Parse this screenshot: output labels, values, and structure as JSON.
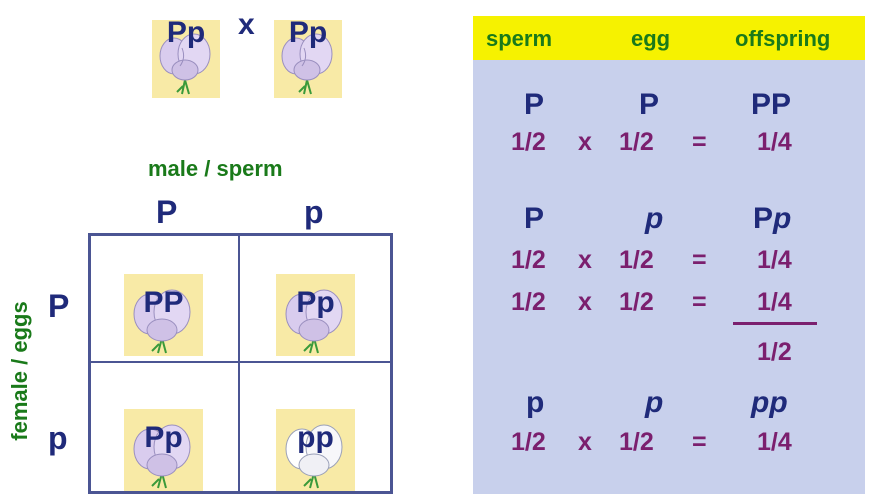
{
  "cross": {
    "left_parent": "Pp",
    "operator": "x",
    "right_parent": "Pp"
  },
  "punnett": {
    "top_title": "male / sperm",
    "side_title": "female / eggs",
    "col_headers": [
      "P",
      "p"
    ],
    "row_headers": [
      "P",
      "p"
    ],
    "cells": [
      "PP",
      "Pp",
      "Pp",
      "pp"
    ]
  },
  "table": {
    "headers": [
      "sperm",
      "egg",
      "offspring"
    ],
    "groups": [
      {
        "sperm": "P",
        "egg": "P",
        "offspring": "PP",
        "rows": [
          {
            "a": "1/2",
            "op": "x",
            "b": "1/2",
            "eq": "=",
            "r": "1/4"
          }
        ]
      },
      {
        "sperm": "P",
        "egg": "p",
        "offspring_a": "P",
        "offspring_b": "p",
        "rows": [
          {
            "a": "1/2",
            "op": "x",
            "b": "1/2",
            "eq": "=",
            "r": "1/4"
          },
          {
            "a": "1/2",
            "op": "x",
            "b": "1/2",
            "eq": "=",
            "r": "1/4"
          }
        ],
        "sum": "1/2"
      },
      {
        "sperm": "p",
        "egg": "p",
        "offspring": "pp",
        "rows": [
          {
            "a": "1/2",
            "op": "x",
            "b": "1/2",
            "eq": "=",
            "r": "1/4"
          }
        ]
      }
    ]
  },
  "colors": {
    "navy": "#1f2a7a",
    "purple": "#7b1f6e",
    "green": "#1a7a1a",
    "header_yellow": "#f6f200",
    "panel_blue": "#c8d0ec",
    "tile_cream": "#f8eaa6"
  },
  "icons": [
    "purple-flower-icon",
    "white-flower-icon"
  ]
}
